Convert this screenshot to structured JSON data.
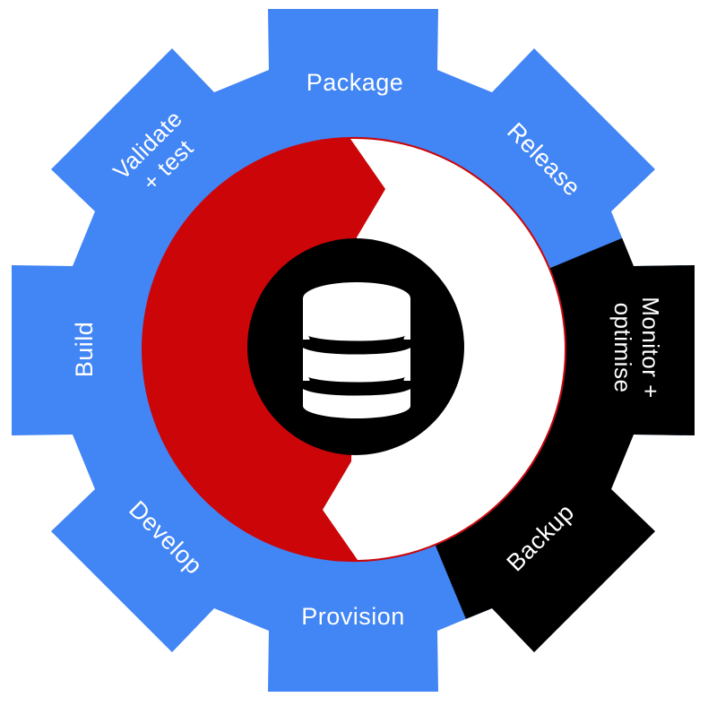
{
  "diagram": {
    "name": "database-lifecycle-gear",
    "center_icon": "database-icon",
    "colors": {
      "blue": "#4285F4",
      "black": "#000000",
      "red": "#CB0508",
      "white": "#FFFFFF"
    },
    "segments": [
      {
        "label": "Package",
        "section": "blue"
      },
      {
        "label": "Release",
        "section": "blue"
      },
      {
        "label": "Monitor + optimise",
        "lines": [
          "Monitor +",
          "optimise"
        ],
        "section": "black"
      },
      {
        "label": "Backup",
        "section": "black"
      },
      {
        "label": "Provision",
        "section": "blue"
      },
      {
        "label": "Develop",
        "section": "blue"
      },
      {
        "label": "Build",
        "section": "blue"
      },
      {
        "label": "Validate + test",
        "lines": [
          "Validate",
          "+ test"
        ],
        "section": "blue"
      }
    ],
    "inner_arrows": [
      {
        "name": "red-arrow",
        "direction": "clockwise",
        "color_key": "red"
      },
      {
        "name": "white-arrow",
        "direction": "clockwise",
        "color_key": "white"
      }
    ]
  }
}
